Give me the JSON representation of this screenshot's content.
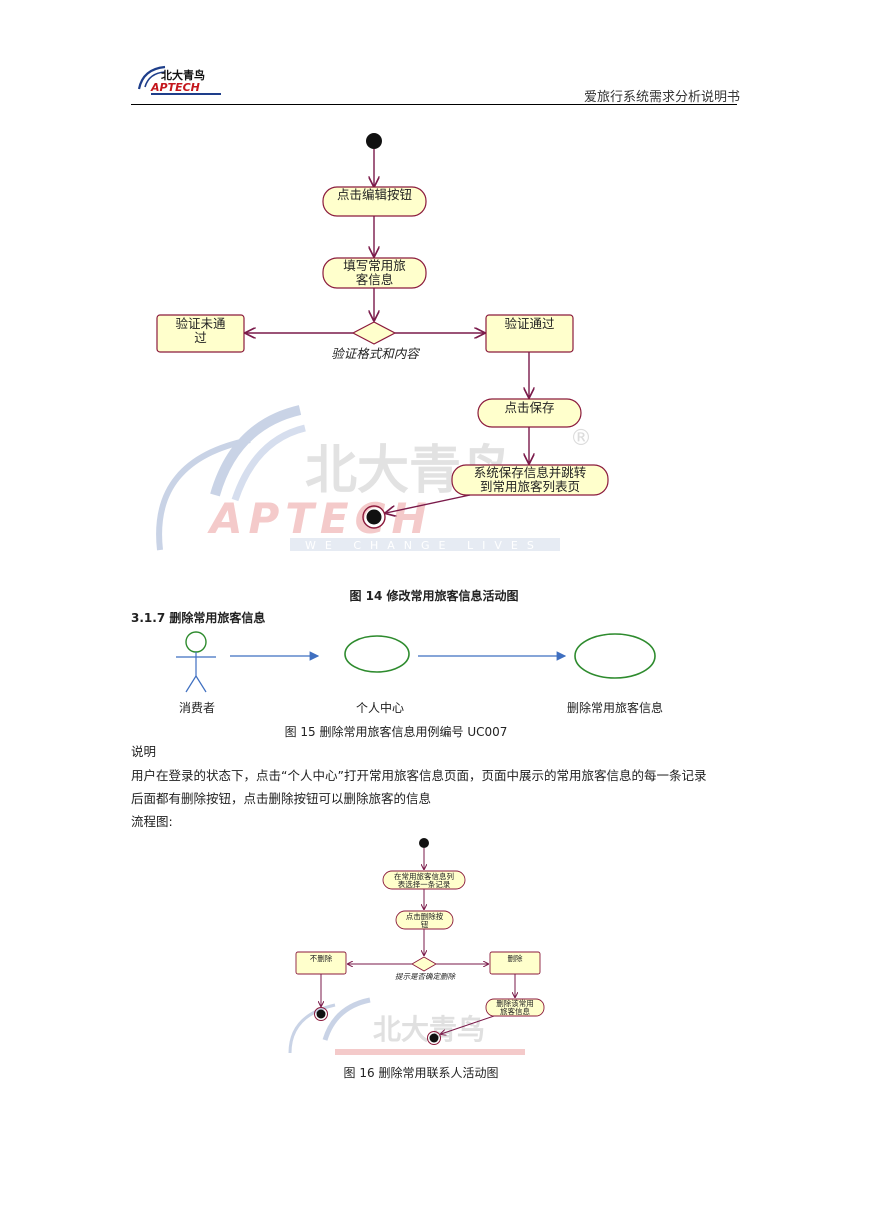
{
  "header": {
    "logo_cn": "北大青鸟",
    "logo_en": "APTECH",
    "doc_title": "爱旅行系统需求分析说明书"
  },
  "watermark": {
    "cn": "北大青鸟",
    "en": "APTECH",
    "slogan": "WE CHANGE LIVES",
    "reg": "®"
  },
  "diagram1": {
    "node_edit": "点击编辑按钮",
    "node_fill_1": "填写常用旅",
    "node_fill_2": "客信息",
    "node_fail_1": "验证未通",
    "node_fail_2": "过",
    "node_pass": "验证通过",
    "decision_label": "验证格式和内容",
    "node_save": "点击保存",
    "node_sys_1": "系统保存信息并跳转",
    "node_sys_2": "到常用旅客列表页"
  },
  "caption14": "图  14  修改常用旅客信息活动图",
  "section": "3.1.7  删除常用旅客信息",
  "usecase": {
    "actor": "消费者",
    "uc1": "个人中心",
    "uc2": "删除常用旅客信息"
  },
  "caption15": "图  15  删除常用旅客信息用例编号  UC007",
  "desc_heading": "说明",
  "desc_line1": "用户在登录的状态下，点击“个人中心”打开常用旅客信息页面，页面中展示的常用旅客信息的每一条记录",
  "desc_line2": "后面都有删除按钮，点击删除按钮可以删除旅客的信息",
  "flow_heading": "流程图:",
  "diagram2": {
    "node_select_1": "在常用旅客信息列",
    "node_select_2": "表选择一条记录",
    "node_click_1": "点击删除按",
    "node_click_2": "钮",
    "node_no": "不删除",
    "node_yes": "删除",
    "decision_label": "提示是否确定删除",
    "node_del_1": "删除该常用",
    "node_del_2": "旅客信息"
  },
  "caption16": "图  16  删除常用联系人活动图"
}
